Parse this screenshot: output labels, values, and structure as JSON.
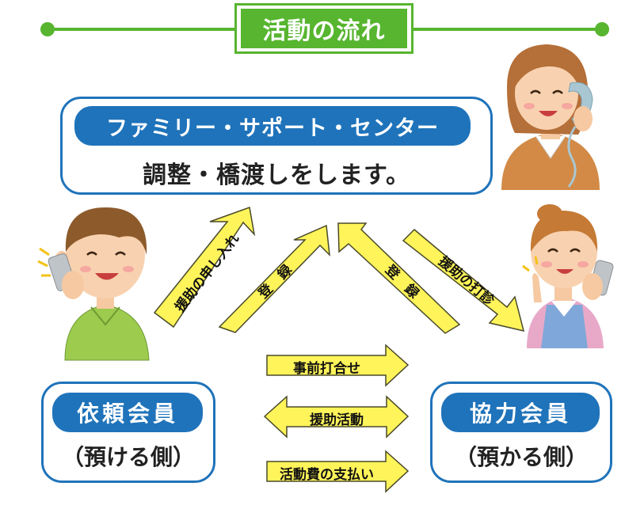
{
  "title": "活動の流れ",
  "center": {
    "name": "ファミリー・サポート・センター",
    "description": "調整・橋渡しをします。"
  },
  "left_member": {
    "name": "依頼会員",
    "note": "（預ける側）"
  },
  "right_member": {
    "name": "協力会員",
    "note": "（預かる側）"
  },
  "arrows": {
    "request": "援助の申し入れ",
    "register_left": "登　録",
    "register_right": "登　録",
    "inquiry": "援助の打診",
    "meeting": "事前打合せ",
    "support": "援助活動",
    "payment": "活動費の支払い"
  },
  "colors": {
    "green": "#57b52f",
    "blue": "#1f73ba",
    "arrow_fill": "#fff45a",
    "arrow_stroke": "#4a4a2a"
  }
}
